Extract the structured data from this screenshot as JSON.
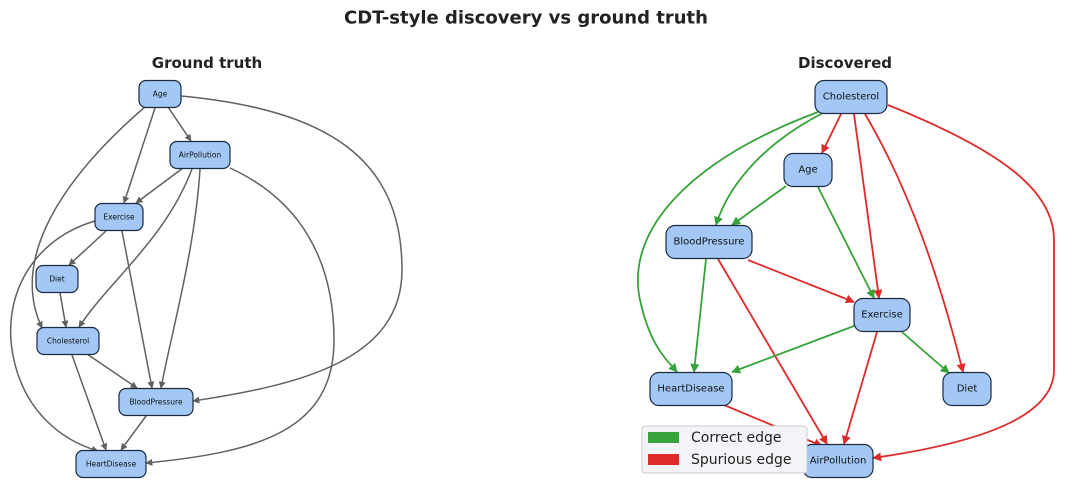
{
  "figure": {
    "title": "CDT-style discovery vs ground truth"
  },
  "colors": {
    "node_fill": "#a3c8f5",
    "ground_truth_edge": "#606060",
    "correct_edge": "#36a33a",
    "spurious_edge": "#de2a2a"
  },
  "ground_truth": {
    "title": "Ground truth",
    "nodes": [
      {
        "id": "Age",
        "label": "Age"
      },
      {
        "id": "AirPollution",
        "label": "AirPollution"
      },
      {
        "id": "Exercise",
        "label": "Exercise"
      },
      {
        "id": "Diet",
        "label": "Diet"
      },
      {
        "id": "Cholesterol",
        "label": "Cholesterol"
      },
      {
        "id": "BloodPressure",
        "label": "BloodPressure"
      },
      {
        "id": "HeartDisease",
        "label": "HeartDisease"
      }
    ],
    "edges": [
      {
        "from": "Age",
        "to": "AirPollution"
      },
      {
        "from": "Age",
        "to": "Exercise"
      },
      {
        "from": "Age",
        "to": "Cholesterol"
      },
      {
        "from": "Age",
        "to": "BloodPressure"
      },
      {
        "from": "AirPollution",
        "to": "Exercise"
      },
      {
        "from": "AirPollution",
        "to": "Cholesterol"
      },
      {
        "from": "AirPollution",
        "to": "BloodPressure"
      },
      {
        "from": "AirPollution",
        "to": "HeartDisease"
      },
      {
        "from": "Exercise",
        "to": "Diet"
      },
      {
        "from": "Exercise",
        "to": "BloodPressure"
      },
      {
        "from": "Exercise",
        "to": "HeartDisease"
      },
      {
        "from": "Diet",
        "to": "Cholesterol"
      },
      {
        "from": "Cholesterol",
        "to": "BloodPressure"
      },
      {
        "from": "Cholesterol",
        "to": "HeartDisease"
      },
      {
        "from": "BloodPressure",
        "to": "HeartDisease"
      }
    ]
  },
  "discovered": {
    "title": "Discovered",
    "nodes": [
      {
        "id": "Cholesterol",
        "label": "Cholesterol"
      },
      {
        "id": "Age",
        "label": "Age"
      },
      {
        "id": "BloodPressure",
        "label": "BloodPressure"
      },
      {
        "id": "Exercise",
        "label": "Exercise"
      },
      {
        "id": "HeartDisease",
        "label": "HeartDisease"
      },
      {
        "id": "Diet",
        "label": "Diet"
      },
      {
        "id": "AirPollution",
        "label": "AirPollution"
      }
    ],
    "edges": [
      {
        "from": "Cholesterol",
        "to": "Age",
        "status": "spurious"
      },
      {
        "from": "Cholesterol",
        "to": "BloodPressure",
        "status": "correct"
      },
      {
        "from": "Cholesterol",
        "to": "HeartDisease",
        "status": "correct"
      },
      {
        "from": "Cholesterol",
        "to": "Exercise",
        "status": "spurious"
      },
      {
        "from": "Cholesterol",
        "to": "Diet",
        "status": "spurious"
      },
      {
        "from": "Cholesterol",
        "to": "AirPollution",
        "status": "spurious"
      },
      {
        "from": "Age",
        "to": "BloodPressure",
        "status": "correct"
      },
      {
        "from": "Age",
        "to": "Exercise",
        "status": "correct"
      },
      {
        "from": "BloodPressure",
        "to": "HeartDisease",
        "status": "correct"
      },
      {
        "from": "BloodPressure",
        "to": "Exercise",
        "status": "spurious"
      },
      {
        "from": "BloodPressure",
        "to": "AirPollution",
        "status": "spurious"
      },
      {
        "from": "Exercise",
        "to": "HeartDisease",
        "status": "correct"
      },
      {
        "from": "Exercise",
        "to": "Diet",
        "status": "correct"
      },
      {
        "from": "Exercise",
        "to": "AirPollution",
        "status": "spurious"
      },
      {
        "from": "HeartDisease",
        "to": "AirPollution",
        "status": "spurious"
      }
    ]
  },
  "legend": {
    "items": [
      {
        "label": "Correct edge",
        "status": "correct"
      },
      {
        "label": "Spurious edge",
        "status": "spurious"
      }
    ]
  }
}
